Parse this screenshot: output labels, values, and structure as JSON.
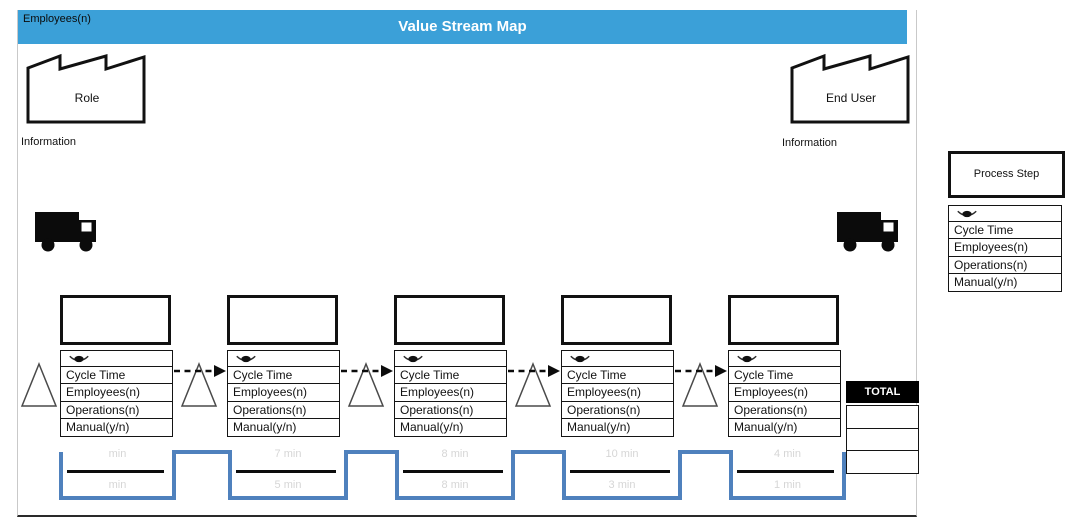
{
  "header": {
    "corner_label": "Employees(n)",
    "title": "Value Stream Map",
    "bg_color": "#3BA0D8"
  },
  "external_entities": {
    "supplier": {
      "label": "Role"
    },
    "customer": {
      "label": "End User"
    }
  },
  "information_labels": {
    "left": "Information",
    "right": "Information"
  },
  "legend": {
    "title": "Process Step",
    "fields": [
      "Cycle Time",
      "Employees(n)",
      "Operations(n)",
      "Manual(y/n)"
    ]
  },
  "process_steps": [
    {
      "title": "",
      "fields": [
        "Cycle Time",
        "Employees(n)",
        "Operations(n)",
        "Manual(y/n)"
      ]
    },
    {
      "title": "",
      "fields": [
        "Cycle Time",
        "Employees(n)",
        "Operations(n)",
        "Manual(y/n)"
      ]
    },
    {
      "title": "",
      "fields": [
        "Cycle Time",
        "Employees(n)",
        "Operations(n)",
        "Manual(y/n)"
      ]
    },
    {
      "title": "",
      "fields": [
        "Cycle Time",
        "Employees(n)",
        "Operations(n)",
        "Manual(y/n)"
      ]
    },
    {
      "title": "",
      "fields": [
        "Cycle Time",
        "Employees(n)",
        "Operations(n)",
        "Manual(y/n)"
      ]
    }
  ],
  "timeline": {
    "color": "#4F81BD",
    "segments": [
      {
        "top": "min",
        "bottom": "min"
      },
      {
        "top": "7 min",
        "bottom": "5 min"
      },
      {
        "top": "8 min",
        "bottom": "8 min"
      },
      {
        "top": "10 min",
        "bottom": "3 min"
      },
      {
        "top": "4 min",
        "bottom": "1 min"
      }
    ]
  },
  "total": {
    "label": "TOTAL",
    "cells": [
      "",
      "",
      ""
    ]
  }
}
